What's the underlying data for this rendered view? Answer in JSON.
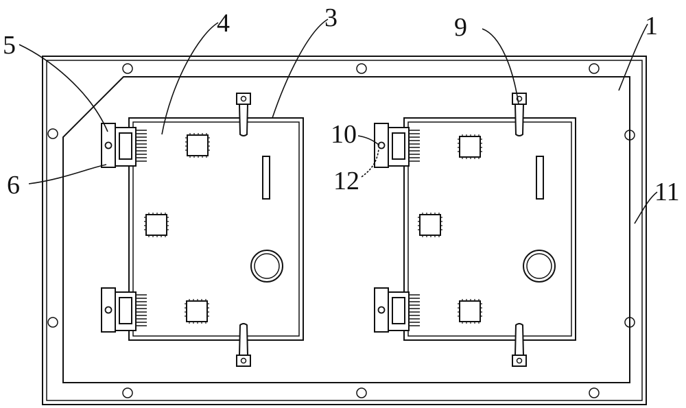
{
  "labels": {
    "l1": "1",
    "l3": "3",
    "l4": "4",
    "l5": "5",
    "l6": "6",
    "l9": "9",
    "l10": "10",
    "l11": "11",
    "l12": "12"
  }
}
